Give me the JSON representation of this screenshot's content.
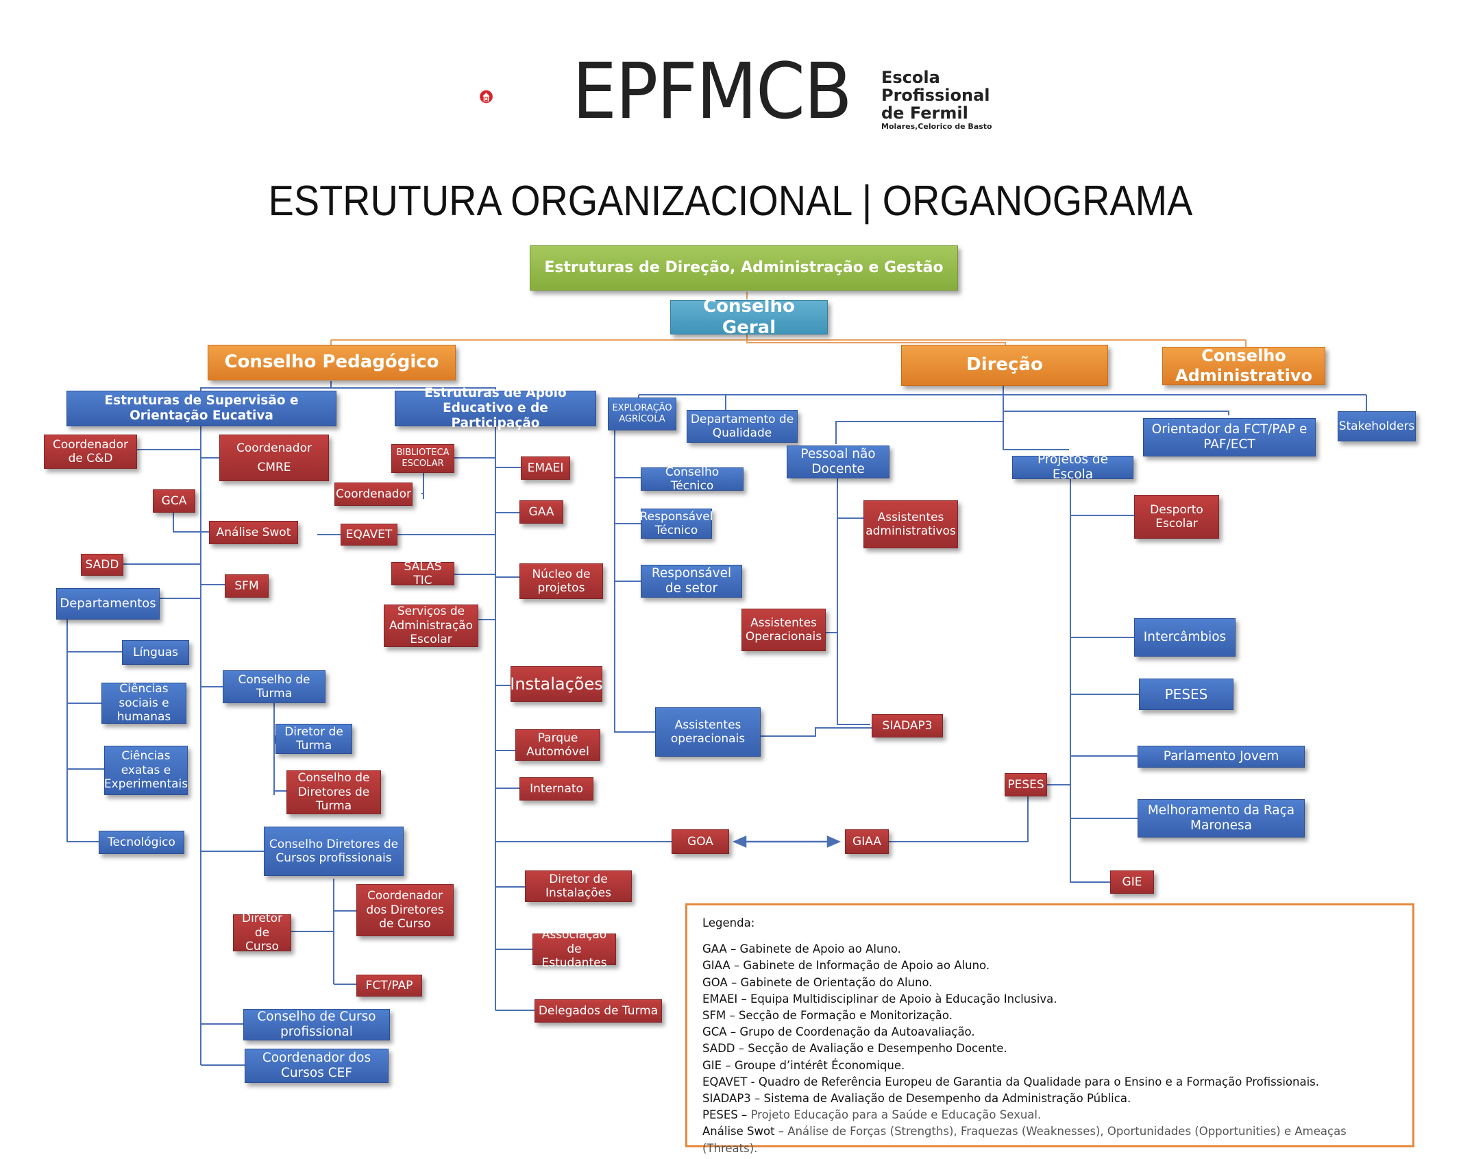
{
  "header": {
    "logo_wordmark": "EPFMCB",
    "logo_line1": "Escola",
    "logo_line2": "Profissional",
    "logo_line3": "de Fermil",
    "logo_line4": "Molares,Celorico de Basto",
    "title": "ESTRUTURA ORGANIZACIONAL | ORGANOGRAMA"
  },
  "colors": {
    "blue": "#3f6bbf",
    "red": "#a83232",
    "orange": "#e88b32",
    "green": "#95ba4a",
    "teal": "#4ea3c6",
    "connector": "#4a6fb5",
    "top_connector": "#e8a060",
    "legend_border": "#e6893e"
  },
  "top": {
    "estruturas": "Estruturas de Direção, Administração e Gestão",
    "conselho_geral": "Conselho Geral",
    "conselho_pedagogico": "Conselho Pedagógico",
    "direcao": "Direção",
    "conselho_administrativo": "Conselho Administrativo"
  },
  "supervisao": {
    "header": "Estruturas de Supervisão e Orientação Eucativa",
    "coordenador_cd": "Coordenador de C&D",
    "coordenador_cmre_1": "Coordenador",
    "coordenador_cmre_2": "CMRE",
    "gca": "GCA",
    "analise_swot": "Análise Swot",
    "sadd": "SADD",
    "sfm": "SFM",
    "departamentos": "Departamentos",
    "linguas": "Línguas",
    "ciencias_sociais": "Ciências sociais e humanas",
    "ciencias_exatas": "Ciências exatas e Experimentais",
    "tecnologico": "Tecnológico",
    "conselho_turma": "Conselho de Turma",
    "diretor_turma": "Diretor de Turma",
    "conselho_diretores_turma": "Conselho de Diretores de Turma",
    "conselho_diretores_cursos": "Conselho Diretores de Cursos profissionais",
    "coordenador_diretores_curso": "Coordenador dos Diretores de Curso",
    "diretor_curso": "Diretor de Curso",
    "fct_pap": "FCT/PAP",
    "conselho_curso": "Conselho de Curso profissional",
    "coordenador_cef": "Coordenador dos Cursos CEF"
  },
  "apoio": {
    "header": "Estruturas de Apoio Educativo e de Participação",
    "biblioteca": "BIBLIOTECA ESCOLAR",
    "coordenador": "Coordenador",
    "eqavet": "EQAVET",
    "salas_tic": "SALAS TIC",
    "servicos": "Serviços de Administração Escolar",
    "emaei": "EMAEI",
    "gaa": "GAA",
    "nucleo": "Núcleo de projetos",
    "instalacoes": "Instalações",
    "parque": "Parque Automóvel",
    "internato": "Internato",
    "goa": "GOA",
    "diretor_instalacoes": "Diretor de Instalações",
    "associacao": "Associação de Estudantes",
    "delegados": "Delegados de Turma"
  },
  "direcao_tree": {
    "exploracao": "EXPLORAÇÃO AGRÍCOLA",
    "conselho_tecnico": "Conselho Técnico",
    "responsavel_tecnico": "Responsável Técnico",
    "responsavel_setor": "Responsável de setor",
    "assistentes_operacionais_blue": "Assistentes operacionais",
    "departamento_qualidade": "Departamento de Qualidade",
    "pessoal_nao_docente": "Pessoal não Docente",
    "assistentes_administrativos": "Assistentes administrativos",
    "assistentes_operacionais_red": "Assistentes Operacionais",
    "siadap3": "SIADAP3",
    "projetos_escola": "Projetos de Escola",
    "orientador": "Orientador da FCT/PAP e PAF/ECT",
    "stakeholders": "Stakeholders",
    "desporto": "Desporto Escolar",
    "intercambios": "Intercâmbios",
    "peses_blue": "PESES",
    "parlamento": "Parlamento Jovem",
    "melhoramento": "Melhoramento da Raça Maronesa",
    "gie": "GIE",
    "peses_red": "PESES",
    "giaa": "GIAA"
  },
  "legend": {
    "title": "Legenda:",
    "items": [
      "GAA – Gabinete de Apoio ao Aluno.",
      "GIAA – Gabinete de Informação de Apoio ao Aluno.",
      "GOA – Gabinete de Orientação do Aluno.",
      "EMAEI – Equipa Multidisciplinar de Apoio à Educação Inclusiva.",
      "SFM – Secção de Formação e Monitorização.",
      "GCA – Grupo de Coordenação da Autoavaliação.",
      "SADD – Secção de Avaliação e Desempenho Docente.",
      "GIE – Groupe d’intérêt Économique.",
      "EQAVET - Quadro de Referência Europeu de Garantia da Qualidade para o Ensino e a Formação Profissionais.",
      "SIADAP3 – Sistema de Avaliação de Desempenho da Administração Pública."
    ],
    "peses_key": "PESES –",
    "peses_desc": "Projeto Educação para a Saúde e Educação Sexual.",
    "swot_key": "Análise Swot –",
    "swot_desc": "Análise de Forças (Strengths), Fraquezas (Weaknesses), Oportunidades (Opportunities) e Ameaças (Threats)."
  }
}
